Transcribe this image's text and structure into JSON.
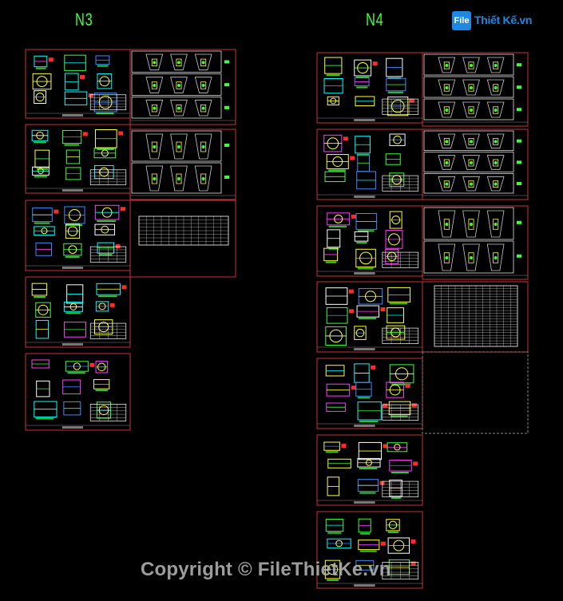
{
  "columns": [
    {
      "label": "N3"
    },
    {
      "label": "N4"
    }
  ],
  "watermark": {
    "logo_badge": "File",
    "logo_text": "Thiết Kế.vn",
    "copyright": "Copyright © FileThietKe.vn"
  },
  "colors": {
    "background": "#000000",
    "sheet_border": "#c8323c",
    "label": "#3cff3c",
    "logo": "#1e88e5"
  }
}
